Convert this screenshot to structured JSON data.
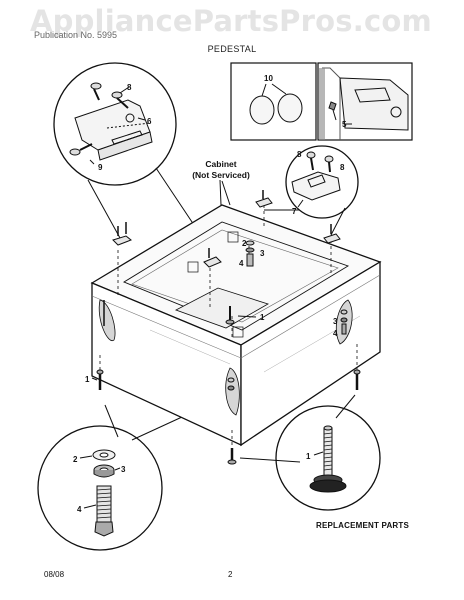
{
  "header": {
    "watermark": "AppliancePartsPros.com",
    "publication_line": "Publication No. 5995",
    "section_title": "PEDESTAL"
  },
  "callouts": {
    "cabinet_label_line1": "Cabinet",
    "cabinet_label_line2": "(Not Serviced)",
    "replacement_parts": "REPLACEMENT PARTS"
  },
  "part_numbers": {
    "p1": "1",
    "p2": "2",
    "p3": "3",
    "p4": "4",
    "p5": "5",
    "p6": "6",
    "p7": "7",
    "p8": "8",
    "p9": "9",
    "p10": "10"
  },
  "footer": {
    "date": "08/08",
    "page": "2"
  }
}
